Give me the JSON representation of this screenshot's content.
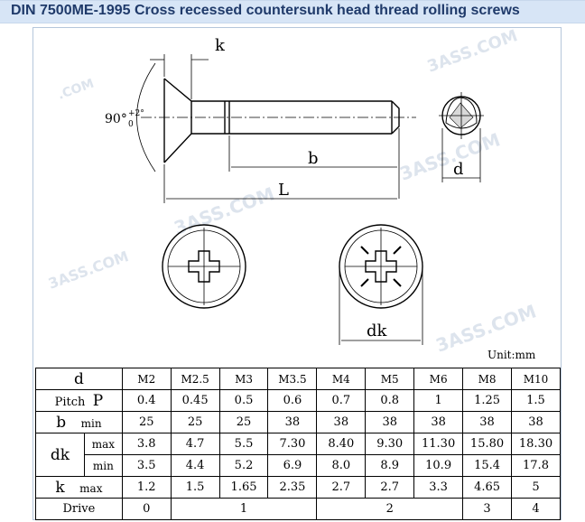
{
  "title": "DIN 7500ME-1995 Cross recessed countersunk head thread rolling screws",
  "drawing": {
    "label_k": "k",
    "label_angle": "90°",
    "label_tol_plus": "+2°",
    "label_tol_zero": "0",
    "label_b": "b",
    "label_L": "L",
    "label_d": "d",
    "label_dk": "dk"
  },
  "unit": "Unit:mm",
  "table": {
    "header": {
      "label": "d",
      "sizes": [
        "M2",
        "M2.5",
        "M3",
        "M3.5",
        "M4",
        "M5",
        "M6",
        "M8",
        "M10"
      ]
    },
    "pitch": {
      "label": "Pitch",
      "symbol": "P",
      "values": [
        "0.4",
        "0.45",
        "0.5",
        "0.6",
        "0.7",
        "0.8",
        "1",
        "1.25",
        "1.5"
      ]
    },
    "b": {
      "label": "b",
      "sub": "min",
      "values": [
        "25",
        "25",
        "25",
        "38",
        "38",
        "38",
        "38",
        "38",
        "38"
      ]
    },
    "dk": {
      "label": "dk",
      "max": {
        "sub": "max",
        "values": [
          "3.8",
          "4.7",
          "5.5",
          "7.30",
          "8.40",
          "9.30",
          "11.30",
          "15.80",
          "18.30"
        ]
      },
      "min": {
        "sub": "min",
        "values": [
          "3.5",
          "4.4",
          "5.2",
          "6.9",
          "8.0",
          "8.9",
          "10.9",
          "15.4",
          "17.8"
        ]
      }
    },
    "k": {
      "label": "k",
      "sub": "max",
      "values": [
        "1.2",
        "1.5",
        "1.65",
        "2.35",
        "2.7",
        "2.7",
        "3.3",
        "4.65",
        "5"
      ]
    },
    "drive": {
      "label": "Drive",
      "groups": [
        "0",
        "1",
        "2",
        "3",
        "4"
      ]
    }
  }
}
